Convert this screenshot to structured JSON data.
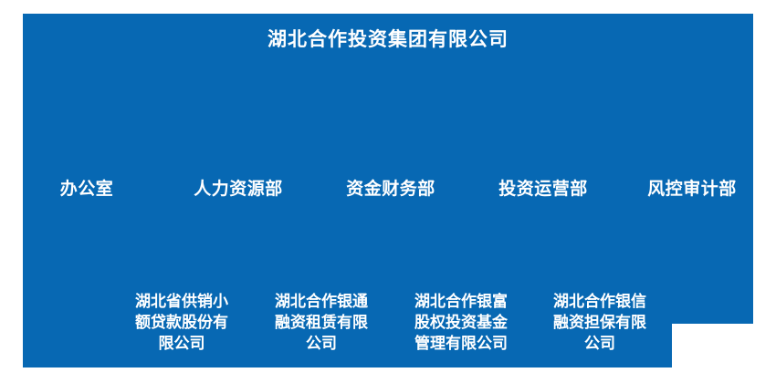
{
  "org_chart": {
    "title": "湖北合作投资集团有限公司",
    "departments": [
      "办公室",
      "人力资源部",
      "资金财务部",
      "投资运营部",
      "风控审计部"
    ],
    "subsidiaries": [
      {
        "name": "湖北省供销小额贷款股份有限公司",
        "lines": [
          "湖北省供销小",
          "额贷款股份有",
          "限公司"
        ]
      },
      {
        "name": "湖北合作银通融资租赁有限公司",
        "lines": [
          "湖北合作银通",
          "融资租赁有限",
          "公司"
        ]
      },
      {
        "name": "湖北合作银富股权投资基金管理有限公司",
        "lines": [
          "湖北合作银富",
          "股权投资基金",
          "管理有限公司"
        ]
      },
      {
        "name": "湖北合作银信融资担保有限公司",
        "lines": [
          "湖北合作银信",
          "融资担保有限",
          "公司"
        ]
      }
    ],
    "colors": {
      "panel_background": "#0768b3",
      "text": "#ffffff",
      "page_background": "#ffffff"
    }
  }
}
